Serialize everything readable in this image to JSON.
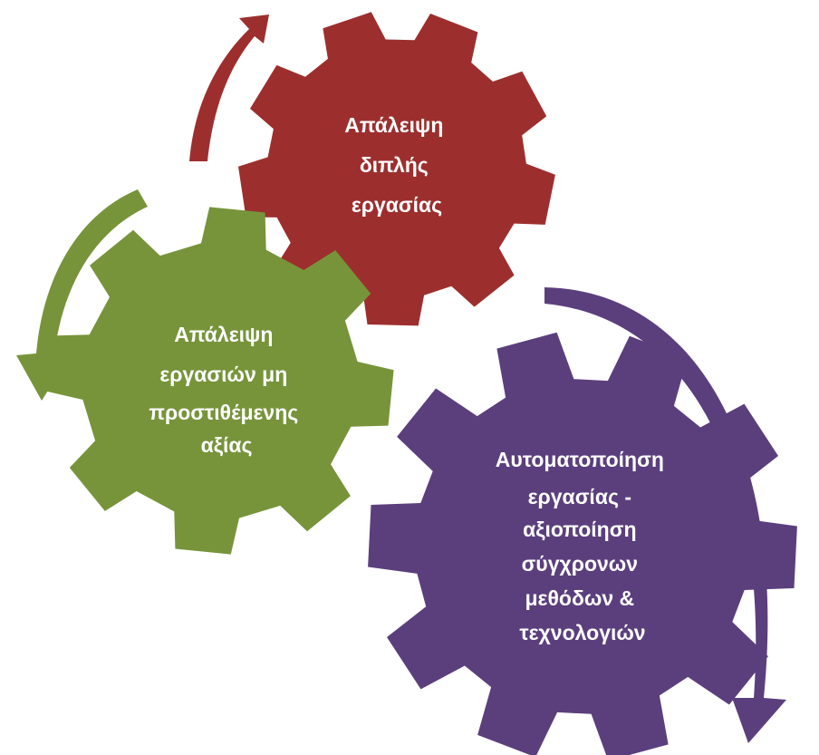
{
  "colors": {
    "red": "#9c2f2e",
    "green": "#77943a",
    "purple": "#5b3f7d",
    "text": "#ffffff"
  },
  "gears": [
    {
      "id": "red",
      "color_key": "red",
      "lines": [
        "Απάλειψη",
        "διπλής",
        "εργασίας"
      ]
    },
    {
      "id": "green",
      "color_key": "green",
      "lines": [
        "Απάλειψη",
        "εργασιών μη",
        "προστιθέμενης",
        "αξίας"
      ]
    },
    {
      "id": "purple",
      "color_key": "purple",
      "lines": [
        "Αυτοματοποίηση",
        "εργασίας -",
        "αξιοποίηση",
        "σύγχρονων",
        "μεθόδων &",
        "τεχνολογιών"
      ]
    }
  ],
  "arrows": [
    {
      "id": "red-arrow",
      "color_key": "red",
      "direction": "counterclockwise"
    },
    {
      "id": "green-arrow",
      "color_key": "green",
      "direction": "counterclockwise"
    },
    {
      "id": "purple-arrow",
      "color_key": "purple",
      "direction": "clockwise"
    }
  ]
}
